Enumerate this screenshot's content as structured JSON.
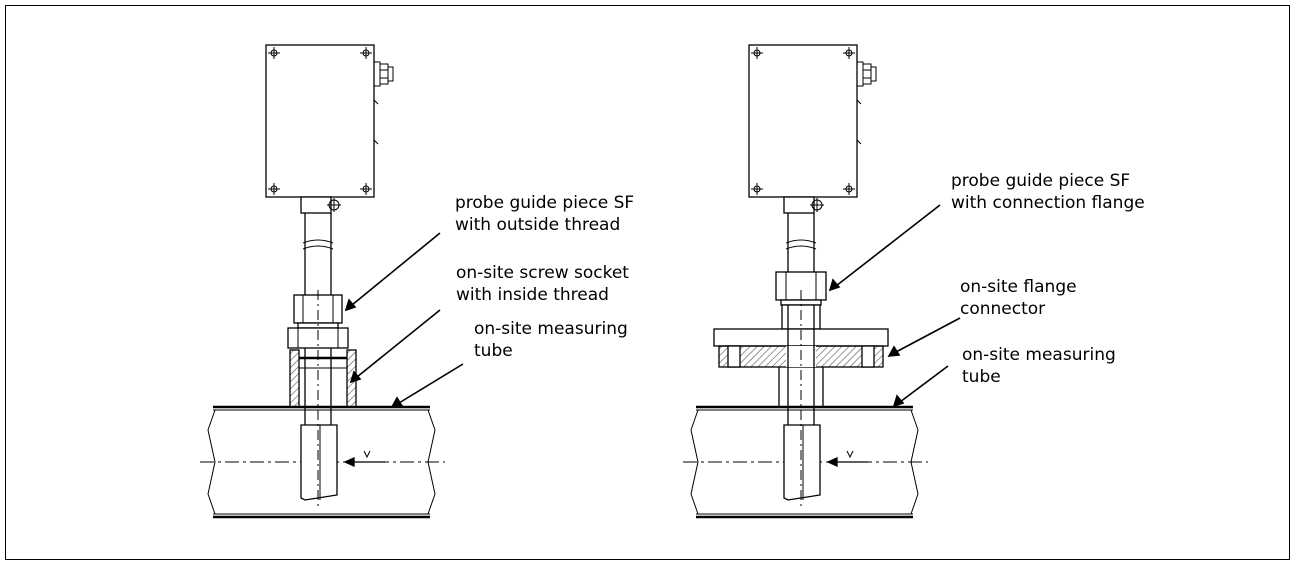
{
  "left_drawing": {
    "labels": {
      "guide_piece": [
        "probe guide piece SF",
        "with outside thread"
      ],
      "socket": [
        "on-site screw socket",
        "with inside thread"
      ],
      "tube": [
        "on-site measuring",
        "tube"
      ]
    },
    "flow_mark": "v"
  },
  "right_drawing": {
    "labels": {
      "guide_piece": [
        "probe guide piece SF",
        "with connection flange"
      ],
      "flange": [
        "on-site flange",
        "connector"
      ],
      "tube": [
        "on-site measuring",
        "tube"
      ]
    },
    "flow_mark": "v"
  },
  "colors": {
    "line": "#000000",
    "hatch": "#555555",
    "background": "#ffffff"
  }
}
